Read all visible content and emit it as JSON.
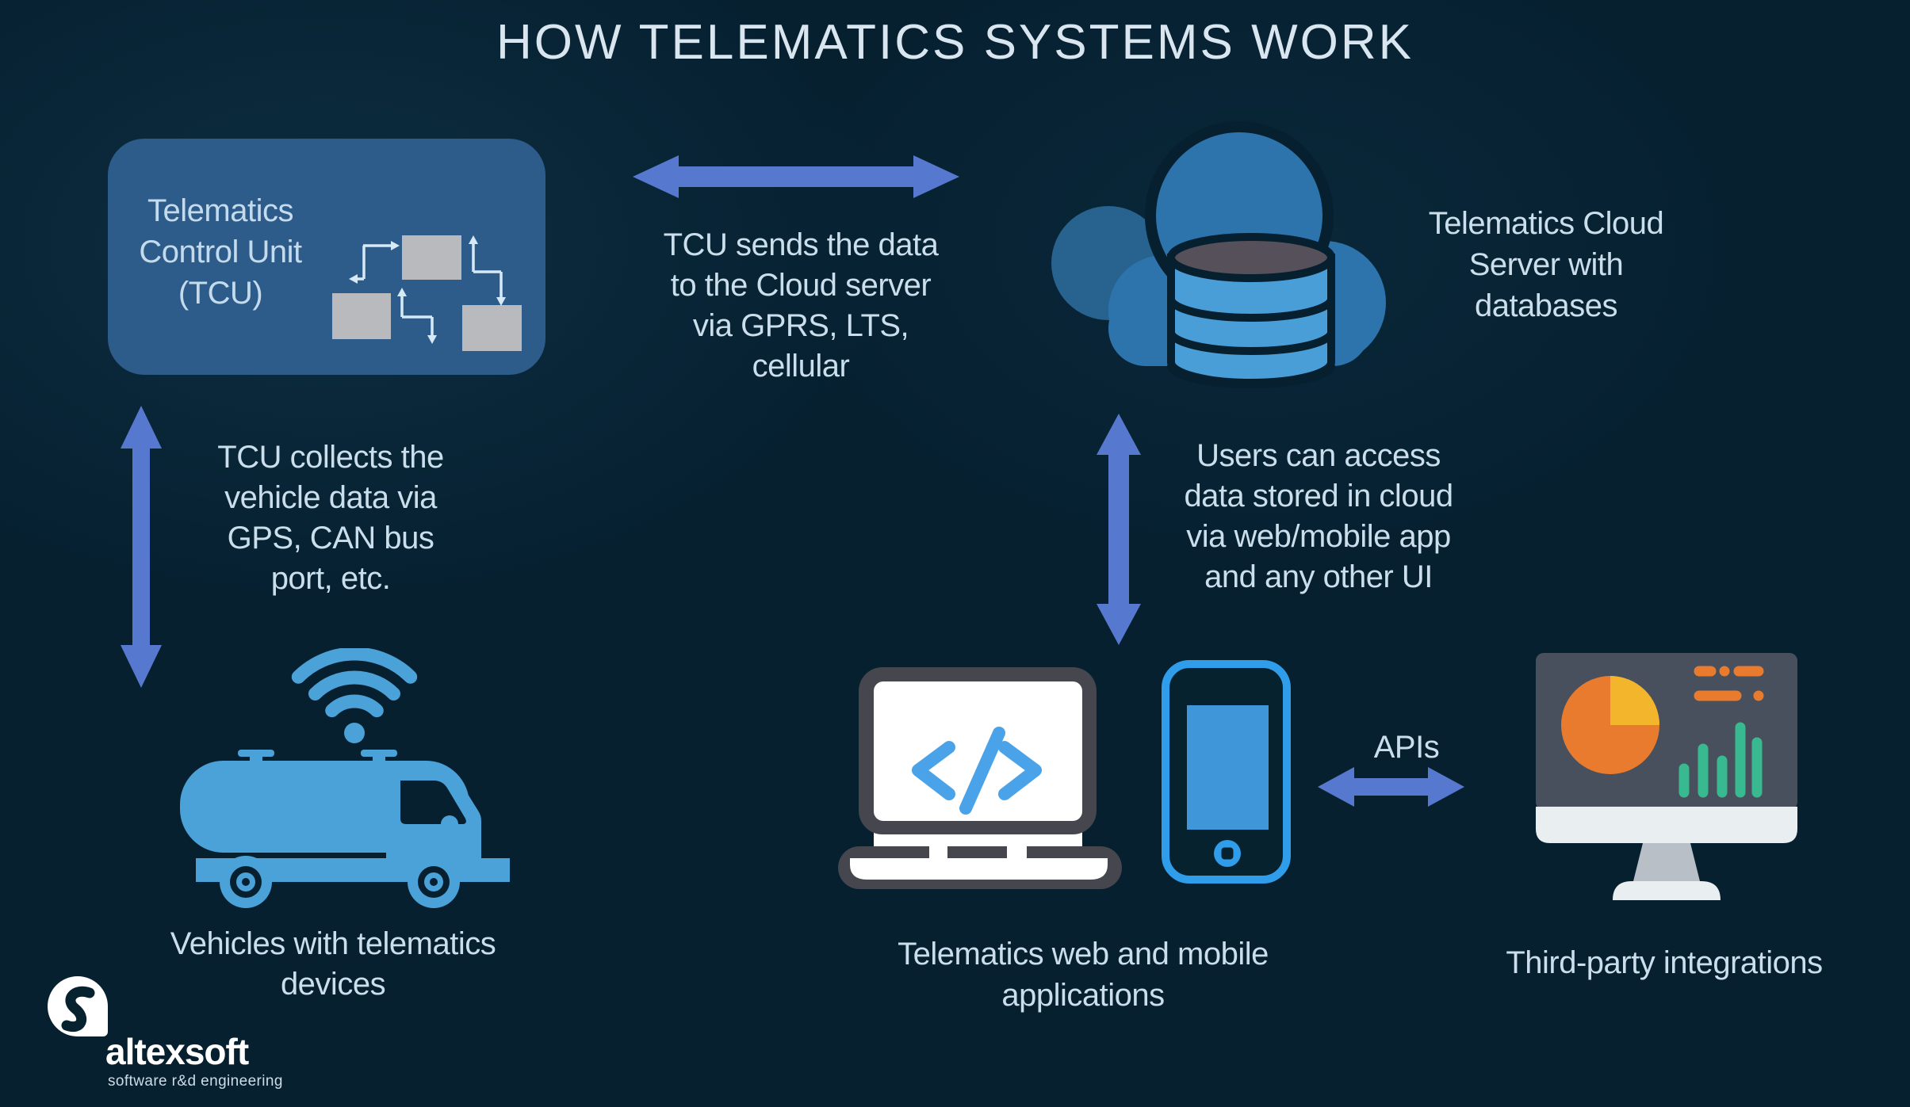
{
  "title": "HOW TELEMATICS SYSTEMS WORK",
  "nodes": {
    "tcu": {
      "label": "Telematics\nControl Unit\n(TCU)"
    },
    "cloud": {
      "label": "Telematics Cloud\nServer with\ndatabases"
    },
    "vehicles": {
      "label": "Vehicles with telematics\ndevices"
    },
    "apps": {
      "label": "Telematics web and mobile\napplications",
      "code_glyph": "</>"
    },
    "integrations": {
      "label": "Third-party integrations"
    }
  },
  "links": {
    "tcu_cloud": {
      "label": "TCU sends the data\nto the Cloud server\nvia GPRS, LTS,\ncellular"
    },
    "tcu_vehicles": {
      "label": "TCU collects the\nvehicle data via\nGPS, CAN bus\nport, etc."
    },
    "cloud_apps": {
      "label": "Users can access\ndata stored in cloud\nvia web/mobile app\nand any other UI"
    },
    "apps_integrations": {
      "label": "APIs"
    }
  },
  "footer": {
    "brand": "altexsoft",
    "tagline": "software r&d engineering"
  },
  "icons": {
    "tcu_flow": "flow-squares-icon",
    "cloud_db": "cloud-database-icon",
    "vehicle": "tanker-truck-wifi-icon",
    "apps": "laptop-code-and-smartphone-icon",
    "integrations": "monitor-dashboard-icon",
    "logo": "altexsoft-s-bubble-icon"
  },
  "colors": {
    "background": "#062030",
    "panel": "#2D5C8B",
    "arrow": "#5678CE",
    "text": "#CBDEEB",
    "title": "#D9E5EF",
    "light_blue": "#4AA2D8",
    "bright_blue": "#2F9DE9",
    "code_blue": "#4AA3E8",
    "cloud": "#2E74AC",
    "cloud_dark": "#27638E",
    "database": "#4A9ED8",
    "database_top": "#56505A",
    "dark_gray": "#45464E",
    "screen_slate": "#47505C",
    "white": "#FFFFFF",
    "orange": "#E87B2E",
    "yellow": "#F2B52C",
    "green": "#38B98F",
    "stand_gray": "#B9BFC7",
    "gray_square": "#B9BABE",
    "diagram_line": "#D7E9F6"
  }
}
